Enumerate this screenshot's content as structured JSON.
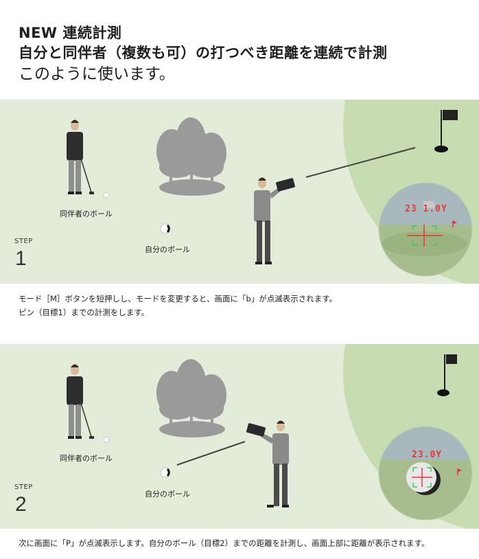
{
  "header": {
    "line1": "NEW 連続計測",
    "line2": "自分と同伴者（複数も可）の打つべき距離を連続で計測",
    "line3": "このように使います。"
  },
  "step1": {
    "step_word": "STEP",
    "step_number": "1",
    "companion_label": "同伴者のボール",
    "own_label": "自分のボール",
    "display_reading": "23 1.0Y",
    "description_line1": "モード［M］ボタンを短押しし、モードを変更すると、画面に「b」が点滅表示されます。",
    "description_line2": "ピン（目標1）までの計測をします。"
  },
  "step2": {
    "step_word": "STEP",
    "step_number": "2",
    "companion_label": "同伴者のボール",
    "own_label": "自分のボール",
    "display_reading": "23.0Y",
    "description_line1": "次に画面に「P」が点滅表示します。自分のボール（目標2）までの距離を計測し、画面上部に距離が表示されます。"
  },
  "colors": {
    "panel_bg": "#e2ecd9",
    "green": "#c7dcb0",
    "scope_sky": "#a9b8bc",
    "scope_ground": "#a8bd8e",
    "display_red": "#e03a3a",
    "reticle_green": "#3ec75a",
    "tree_gray": "#9a9a9a"
  }
}
